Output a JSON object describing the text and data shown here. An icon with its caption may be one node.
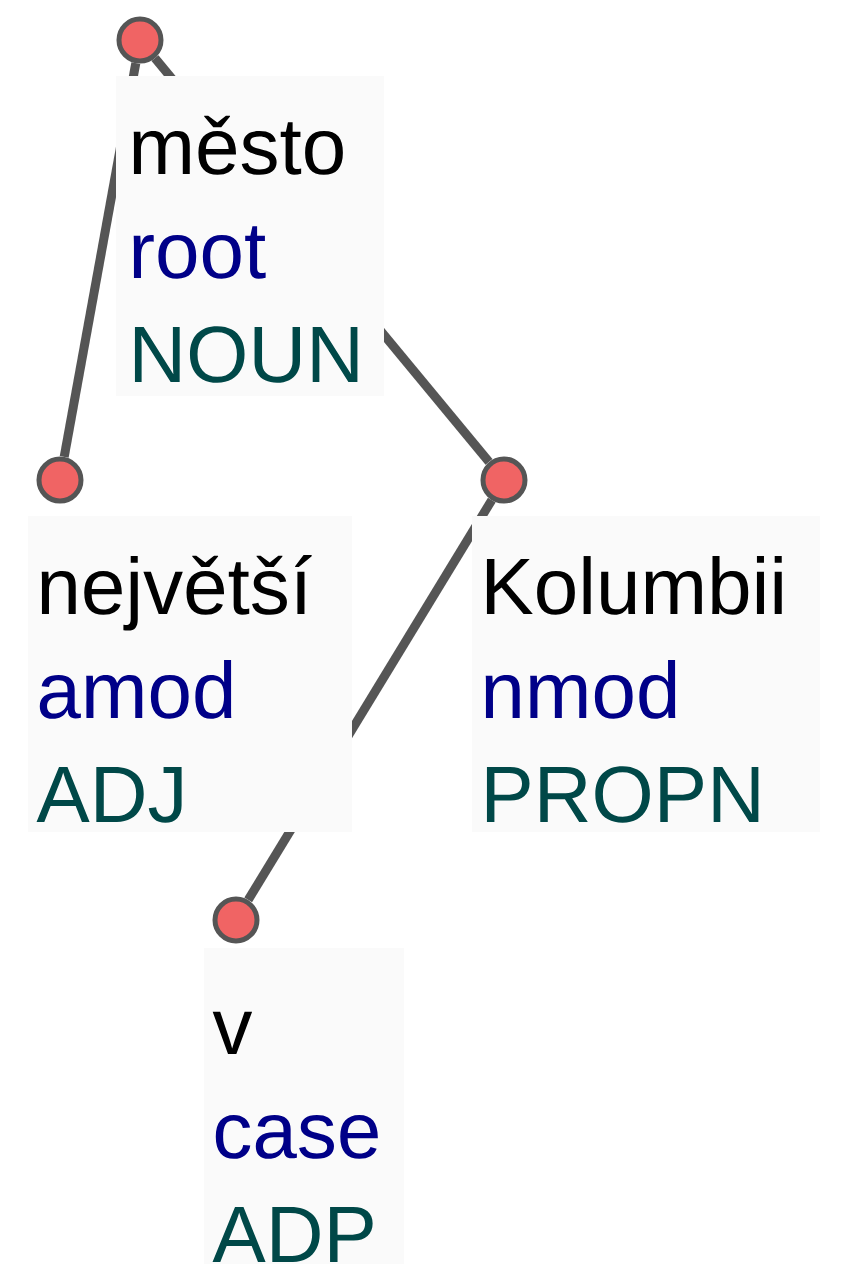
{
  "diagram": {
    "nodes": [
      {
        "text": [],
        "shape": "circle",
        "beside": [
          "město",
          "root",
          "NOUN"
        ]
      },
      {
        "text": [],
        "shape": "circle",
        "beside": [
          "největší",
          "amod",
          "ADJ"
        ]
      },
      {
        "text": [],
        "shape": "circle",
        "beside": [
          "Kolumbii",
          "nmod",
          "PROPN"
        ]
      },
      {
        "text": [],
        "shape": "circle",
        "beside": [
          "v",
          "case",
          "ADP"
        ]
      }
    ],
    "edges": [
      {
        "from": 0,
        "to": 1,
        "arrow": "none"
      },
      {
        "from": 0,
        "to": 2,
        "arrow": "none"
      },
      {
        "from": 2,
        "to": 3,
        "arrow": "none"
      }
    ]
  }
}
